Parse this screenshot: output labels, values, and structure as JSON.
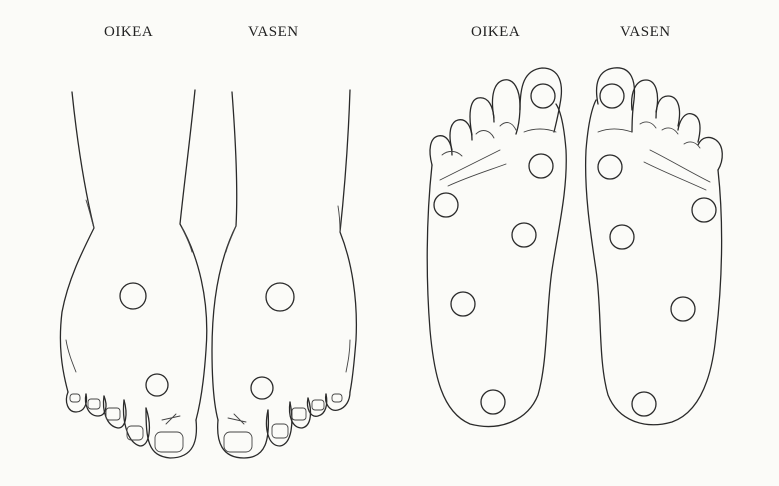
{
  "labels": {
    "top_right": "OIKEA",
    "top_left": "VASEN",
    "sole_right": "OIKEA",
    "sole_left": "VASEN"
  },
  "colors": {
    "paper": "#fbfbf8",
    "ink": "#2a2a2a"
  }
}
